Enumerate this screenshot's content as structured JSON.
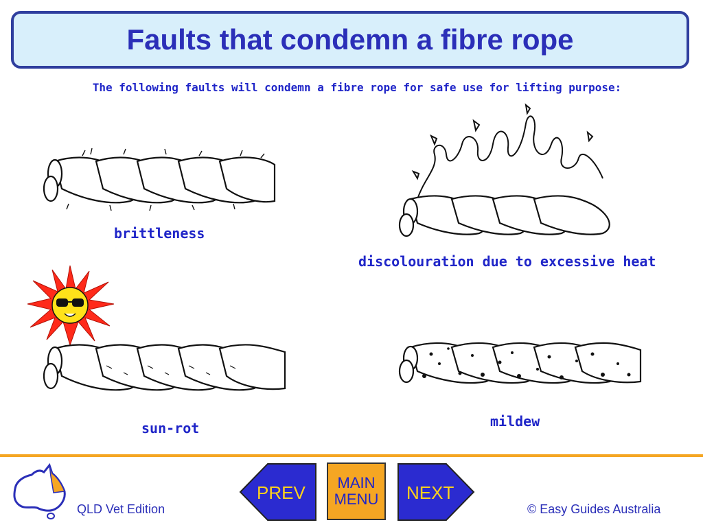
{
  "title": "Faults that condemn a fibre rope",
  "subtitle": "The following faults will condemn a fibre rope for safe use for lifting purpose:",
  "faults": [
    {
      "label": "brittleness"
    },
    {
      "label": "discolouration due to excessive heat"
    },
    {
      "label": "sun-rot"
    },
    {
      "label": "mildew"
    }
  ],
  "nav": {
    "prev_label": "PREV",
    "menu_line1": "MAIN",
    "menu_line2": "MENU",
    "next_label": "NEXT"
  },
  "footer": {
    "edition": "QLD Vet Edition",
    "copyright": "© Easy Guides Australia"
  },
  "colors": {
    "title_bg": "#d8effb",
    "title_border": "#2f3e9e",
    "text_blue": "#1f25c8",
    "footer_orange": "#f5a623",
    "nav_button_blue": "#2b2bd0",
    "nav_text_yellow": "#ffd21a",
    "sun_red": "#ff2a1a",
    "sun_yellow": "#ffe21a"
  },
  "icons": [
    "australia-map-icon",
    "sun-with-sunglasses-icon",
    "flame-icon"
  ]
}
